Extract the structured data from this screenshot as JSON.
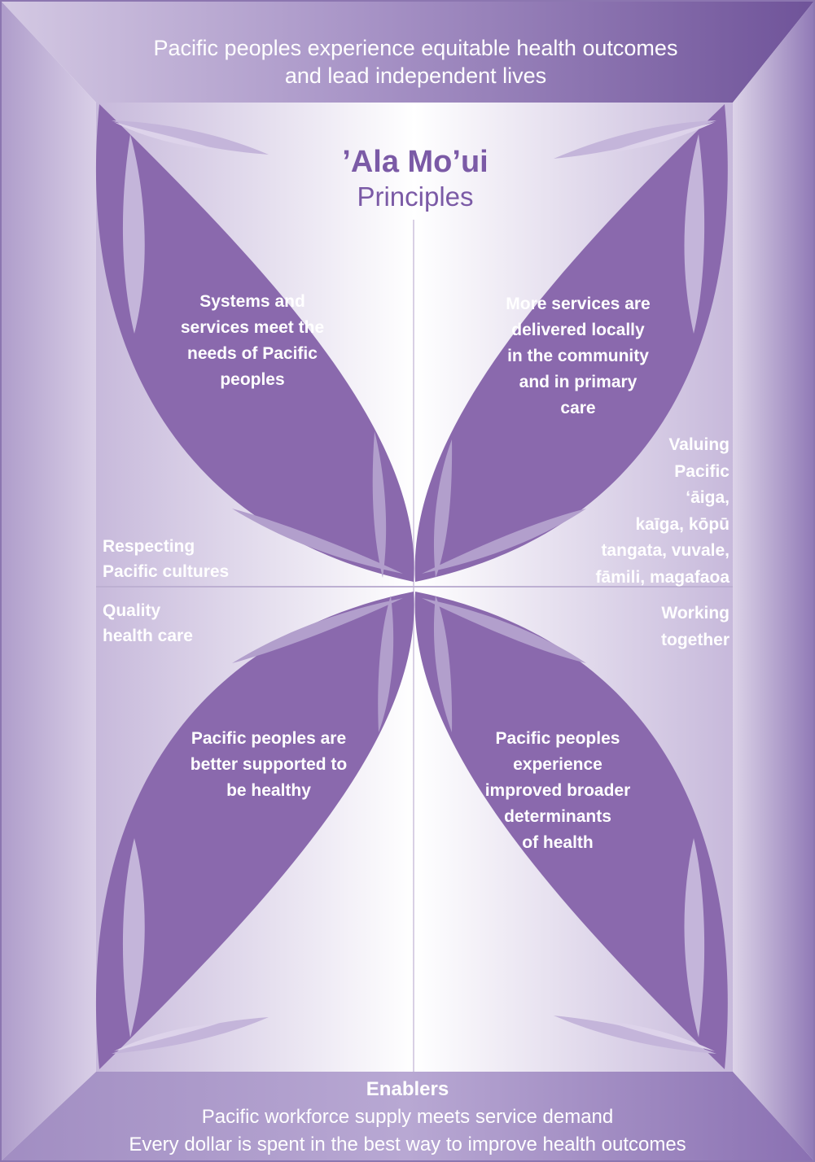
{
  "header": {
    "outcome_line1": "Pacific peoples experience equitable health outcomes",
    "outcome_line2": "and lead independent lives"
  },
  "title": {
    "name": "’Ala Mo’ui",
    "subtitle": "Principles"
  },
  "petals": {
    "top_left": [
      "Systems and",
      "services meet the",
      "needs of Pacific",
      "peoples"
    ],
    "top_right": [
      "More services are",
      "delivered locally",
      "in the community",
      "and in primary",
      "care"
    ],
    "bottom_left": [
      "Pacific peoples are",
      "better supported to",
      "be healthy"
    ],
    "bottom_right": [
      "Pacific peoples",
      "experience",
      "improved broader",
      "determinants",
      "of health"
    ]
  },
  "principles": {
    "left_upper": [
      "Respecting",
      "Pacific cultures"
    ],
    "left_lower": [
      "Quality",
      "health care"
    ],
    "right_upper": [
      "Valuing",
      "Pacific",
      "‘āiga,",
      "kaīga, kōpū",
      "tangata, vuvale,",
      "fāmili, magafaoa"
    ],
    "right_lower": [
      "Working",
      "together"
    ]
  },
  "footer": {
    "heading": "Enablers",
    "line1": "Pacific workforce supply meets service demand",
    "line2": "Every dollar is spent in the best way to improve health outcomes"
  },
  "colors": {
    "frame_dark": "#7a5fa0",
    "frame_light": "#c6b8d9",
    "panel": "#c5b7da",
    "petal": "#8a69ad",
    "petal_inner": "#b29fcc",
    "petal_highlight": "#ddd3ea",
    "title": "#7b5aa6"
  }
}
